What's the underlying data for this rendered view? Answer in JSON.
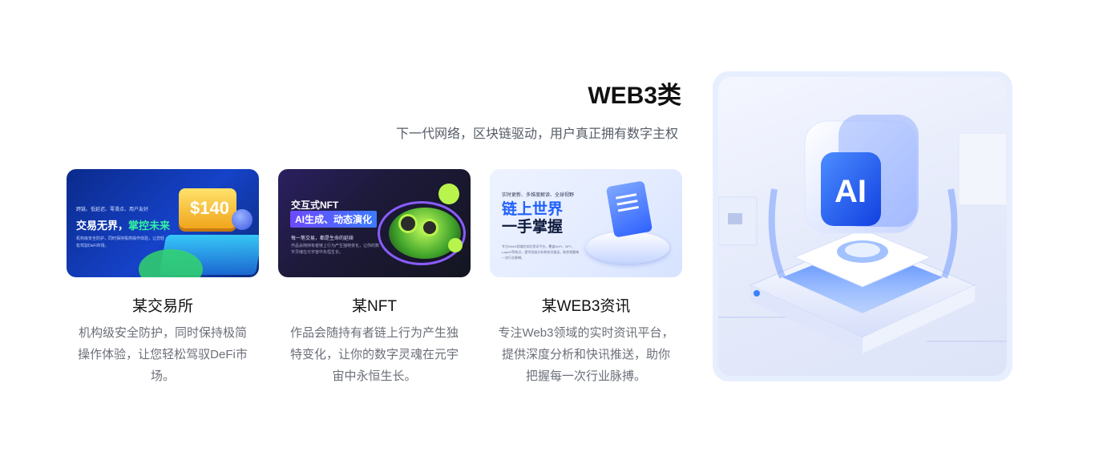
{
  "section": {
    "title": "WEB3类",
    "subtitle": "下一代网络，区块链驱动，用户真正拥有数字主权"
  },
  "cards": [
    {
      "name": "某交易所",
      "description": "机构级安全防护，同时保持极简操作体验，让您轻松驾驭DeFi市场。",
      "thumb": {
        "small": "跨链、低延迟、零滑点、用户友好",
        "headline_white": "交易无界，",
        "headline_green": "掌控未来",
        "tiny": "机构级安全防护，同时保持极简操作体验，让您轻松驾驭DeFi市场。",
        "price": "$140"
      }
    },
    {
      "name": "某NFT",
      "description": "作品会随持有者链上行为产生独特变化，让你的数字灵魂在元宇宙中永恒生长。",
      "thumb": {
        "headline": "交互式NFT",
        "tag": "AI生成、动态演化",
        "line1": "每一笔交易，都是生命的延续",
        "tiny": "作品会随持有者链上行为产生独特变化，让你的数字灵魂在元宇宙中永恒生长。"
      }
    },
    {
      "name": "某WEB3资讯",
      "description": "专注Web3领域的实时资讯平台，提供深度分析和快讯推送，助你把握每一次行业脉搏。",
      "thumb": {
        "top": "实时更新、多维度解读、全球视野",
        "headline_blue": "链上世界",
        "headline_dark": "一手掌握",
        "tiny": "专注Web3领域的实时资讯平台，覆盖DeFi、NFT、Layer2等热点，提供深度分析和快讯推送，助你把握每一次行业脉搏。"
      }
    }
  ],
  "hero": {
    "badge_text": "AI"
  },
  "colors": {
    "accent_blue": "#1f60ff",
    "accent_green": "#35f1a3",
    "hero_frame": "#e7efff"
  }
}
